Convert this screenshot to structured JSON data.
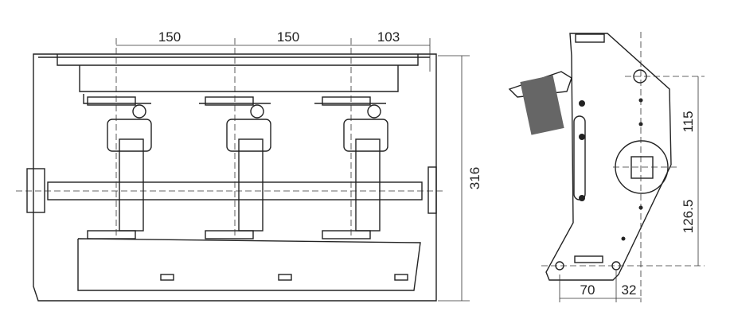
{
  "front_view": {
    "dimensions": {
      "pole_spacing_1": "150",
      "pole_spacing_2": "150",
      "end_offset": "103",
      "height": "316"
    }
  },
  "side_view": {
    "dimensions": {
      "upper_vertical": "115",
      "lower_vertical": "126.5",
      "bottom_left": "70",
      "bottom_right": "32"
    }
  },
  "colors": {
    "line": "#222222",
    "background": "#ffffff",
    "handle_grip": "#666666"
  }
}
